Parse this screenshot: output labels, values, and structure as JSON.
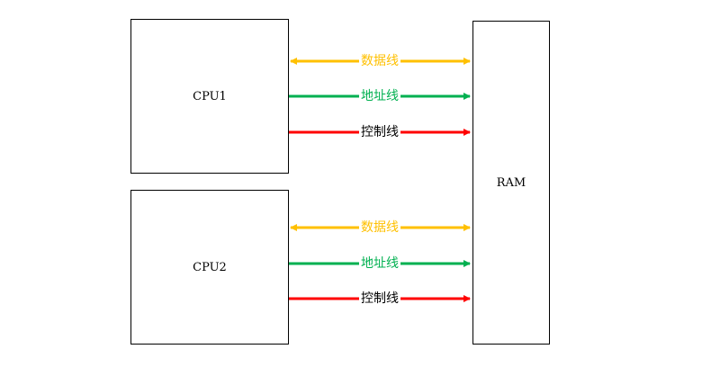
{
  "nodes": {
    "cpu1": "CPU1",
    "cpu2": "CPU2",
    "ram": "RAM"
  },
  "buses": {
    "data": {
      "label": "数据线",
      "color": "#FFC000",
      "direction": "bidirectional"
    },
    "address": {
      "label": "地址线",
      "color": "#00B050",
      "direction": "to-ram"
    },
    "control": {
      "label": "控制线",
      "color": "#FF0000",
      "direction": "to-ram"
    }
  }
}
